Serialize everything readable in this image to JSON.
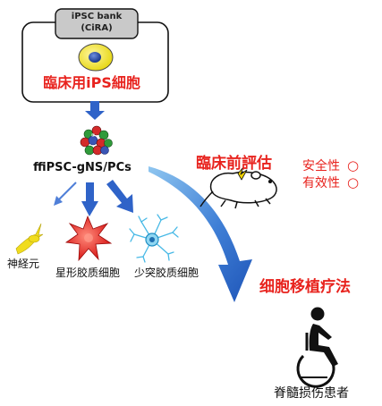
{
  "diagram": {
    "bank_box": {
      "line1": "iPSC bank",
      "line2": "(CiRA)"
    },
    "clinical_ips_label": "臨床用iPS細胞",
    "ffi_label": "ffiPSC-gNS/PCs",
    "preclinical": {
      "title": "臨床前評估",
      "criteria": [
        {
          "label": "安全性",
          "mark": "○"
        },
        {
          "label": "有效性",
          "mark": "○"
        }
      ]
    },
    "cell_types": {
      "neuron": "神経元",
      "astrocyte": "星形胶质细胞",
      "oligodendrocyte": "少突胶质细胞"
    },
    "transplant_label": "细胞移植疗法",
    "patient_label": "脊髓损伤患者"
  },
  "colors": {
    "accent_red": "#e8231e",
    "arrow_blue": "#2f63c8",
    "swoosh_light": "#8fc6f0",
    "swoosh_dark": "#1f55b8",
    "bank_header_fill": "#c9c9c9",
    "cell_yellow": "#f2e530",
    "cell_nucleus": "#2a4fae",
    "neuron_yellow": "#f0dc1e",
    "astrocyte_red": "#e21d1d",
    "oligo_blue": "#48b9e6"
  }
}
